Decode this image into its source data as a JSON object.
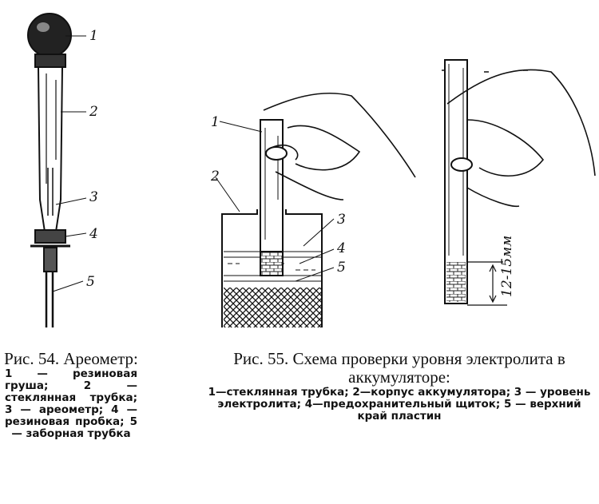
{
  "figure54": {
    "labels": [
      "1",
      "2",
      "3",
      "4",
      "5"
    ],
    "caption_title": "Рис. 54. Ареометр:",
    "caption_legend": "1 — резиновая груша; 2 — стеклянная трубка; 3 — ареометр; 4 — резиновая пробка; 5 — заборная трубка"
  },
  "figure55": {
    "labels": [
      "1",
      "2",
      "3",
      "4",
      "5"
    ],
    "dimension": "12-15мм",
    "caption_title": "Рис. 55. Схема проверки уровня электролита в аккумуляторе:",
    "caption_legend": "1—стеклянная трубка; 2—корпус аккумулятора; 3 — уровень электролита; 4—предохранительный щиток; 5 — верхний край пластин"
  }
}
